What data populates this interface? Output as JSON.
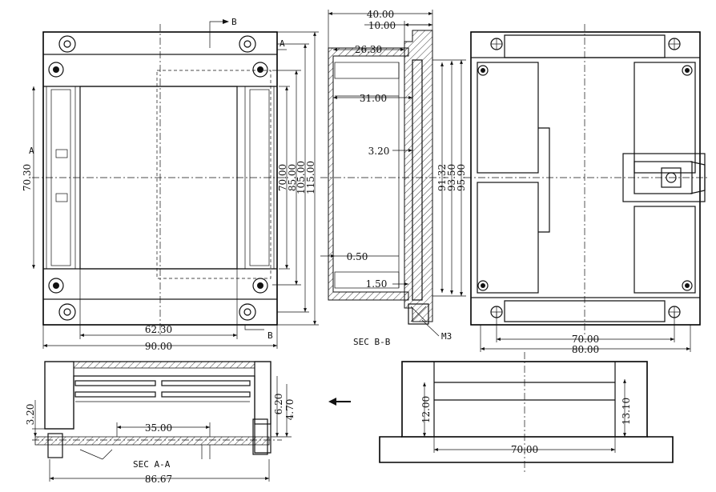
{
  "top_view": {
    "dims": {
      "d70_30": "70.30",
      "d70_00": "70.00",
      "d85_00": "85.00",
      "d105_00": "105.00",
      "d115_00": "115.00",
      "d62_30": "62.30",
      "d90_00": "90.00"
    },
    "labels": {
      "section_a_top": "A",
      "section_a_left": "A",
      "section_b_top": "B",
      "section_b_bottom": "B"
    }
  },
  "section_bb": {
    "title": "SEC B-B",
    "dims": {
      "d40_00": "40.00",
      "d10_00": "10.00",
      "d26_30": "26.30",
      "d31_00": "31.00",
      "d3_20": "3.20",
      "d0_50": "0.50",
      "d1_50": "1.50",
      "d91_32": "91.32",
      "d93_50": "93.50",
      "d95_90": "95.90"
    },
    "thread": "M3"
  },
  "bottom_view": {
    "dims": {
      "d70_00": "70.00",
      "d80_00": "80.00"
    }
  },
  "section_aa": {
    "title": "SEC A-A",
    "dims": {
      "d3_20": "3.20",
      "d35_00": "35.00",
      "d6_20": "6.20",
      "d4_70": "4.70",
      "d86_67": "86.67"
    }
  },
  "side_view": {
    "dims": {
      "d12_00": "12.00",
      "d13_10": "13.10",
      "d70_00": "70.00"
    }
  }
}
